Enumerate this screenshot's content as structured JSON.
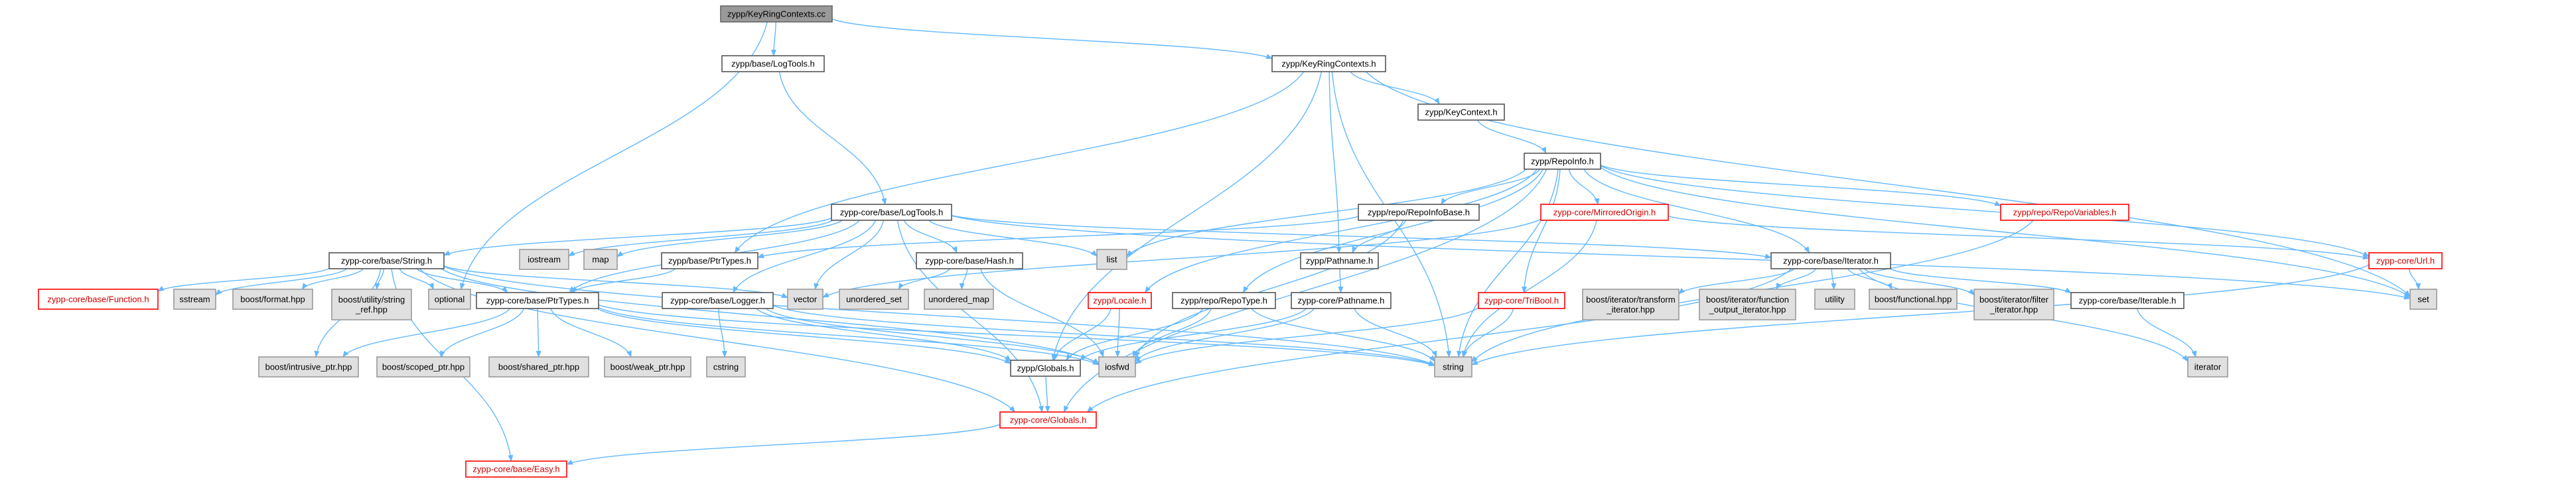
{
  "colors": {
    "edge": "#63b8ff",
    "normal_fill": "#ffffff",
    "normal_stroke": "#555555",
    "normal_text": "#000000",
    "root_fill": "#999999",
    "root_stroke": "#666666",
    "root_text": "#000000",
    "missing_fill": "#e0e0e0",
    "missing_stroke": "#999999",
    "missing_text": "#000000",
    "red_fill": "#ffffff",
    "red_stroke": "#ff0000",
    "red_text": "#cc0000"
  },
  "nodes": [
    {
      "id": "root",
      "label": "zypp/KeyRingContexts.cc",
      "style": "root",
      "lines": [
        "zypp/KeyRingContexts.cc"
      ]
    },
    {
      "id": "base_logtools",
      "label": "zypp/base/LogTools.h",
      "style": "normal",
      "lines": [
        "zypp/base/LogTools.h"
      ]
    },
    {
      "id": "keyringcontexts_h",
      "label": "zypp/KeyRingContexts.h",
      "style": "normal",
      "lines": [
        "zypp/KeyRingContexts.h"
      ]
    },
    {
      "id": "keycontext",
      "label": "zypp/KeyContext.h",
      "style": "normal",
      "lines": [
        "zypp/KeyContext.h"
      ]
    },
    {
      "id": "repoinfo",
      "label": "zypp/RepoInfo.h",
      "style": "normal",
      "lines": [
        "zypp/RepoInfo.h"
      ]
    },
    {
      "id": "core_logtools",
      "label": "zypp-core/base/LogTools.h",
      "style": "normal",
      "lines": [
        "zypp-core/base/LogTools.h"
      ]
    },
    {
      "id": "repoinfobase",
      "label": "zypp/repo/RepoInfoBase.h",
      "style": "normal",
      "lines": [
        "zypp/repo/RepoInfoBase.h"
      ]
    },
    {
      "id": "mirroredorigin",
      "label": "zypp-core/MirroredOrigin.h",
      "style": "red",
      "lines": [
        "zypp-core/MirroredOrigin.h"
      ]
    },
    {
      "id": "repovariables",
      "label": "zypp/repo/RepoVariables.h",
      "style": "red",
      "lines": [
        "zypp/repo/RepoVariables.h"
      ]
    },
    {
      "id": "iostream",
      "label": "iostream",
      "style": "missing",
      "lines": [
        "iostream"
      ]
    },
    {
      "id": "map",
      "label": "map",
      "style": "missing",
      "lines": [
        "map"
      ]
    },
    {
      "id": "list",
      "label": "list",
      "style": "missing",
      "lines": [
        "list"
      ]
    },
    {
      "id": "string_h",
      "label": "zypp-core/base/String.h",
      "style": "normal",
      "lines": [
        "zypp-core/base/String.h"
      ]
    },
    {
      "id": "base_ptrtypes",
      "label": "zypp/base/PtrTypes.h",
      "style": "normal",
      "lines": [
        "zypp/base/PtrTypes.h"
      ]
    },
    {
      "id": "hash",
      "label": "zypp-core/base/Hash.h",
      "style": "normal",
      "lines": [
        "zypp-core/base/Hash.h"
      ]
    },
    {
      "id": "pathname_zypp",
      "label": "zypp/Pathname.h",
      "style": "normal",
      "lines": [
        "zypp/Pathname.h"
      ]
    },
    {
      "id": "iterator_h",
      "label": "zypp-core/base/Iterator.h",
      "style": "normal",
      "lines": [
        "zypp-core/base/Iterator.h"
      ]
    },
    {
      "id": "url",
      "label": "zypp-core/Url.h",
      "style": "red",
      "lines": [
        "zypp-core/Url.h"
      ]
    },
    {
      "id": "function",
      "label": "zypp-core/base/Function.h",
      "style": "red",
      "lines": [
        "zypp-core/base/Function.h"
      ]
    },
    {
      "id": "sstream",
      "label": "sstream",
      "style": "missing",
      "lines": [
        "sstream"
      ]
    },
    {
      "id": "boost_format",
      "label": "boost/format.hpp",
      "style": "missing",
      "lines": [
        "boost/format.hpp"
      ]
    },
    {
      "id": "boost_string_ref",
      "label": "boost/utility/string_ref.hpp",
      "style": "missing",
      "lines": [
        "boost/utility/string",
        "_ref.hpp"
      ]
    },
    {
      "id": "optional",
      "label": "optional",
      "style": "missing",
      "lines": [
        "optional"
      ]
    },
    {
      "id": "core_ptrtypes",
      "label": "zypp-core/base/PtrTypes.h",
      "style": "normal",
      "lines": [
        "zypp-core/base/PtrTypes.h"
      ]
    },
    {
      "id": "vector",
      "label": "vector",
      "style": "missing",
      "lines": [
        "vector"
      ]
    },
    {
      "id": "unordered_set",
      "label": "unordered_set",
      "style": "missing",
      "lines": [
        "unordered_set"
      ]
    },
    {
      "id": "unordered_map",
      "label": "unordered_map",
      "style": "missing",
      "lines": [
        "unordered_map"
      ]
    },
    {
      "id": "locale",
      "label": "zypp/Locale.h",
      "style": "red",
      "lines": [
        "zypp/Locale.h"
      ]
    },
    {
      "id": "repotype",
      "label": "zypp/repo/RepoType.h",
      "style": "normal",
      "lines": [
        "zypp/repo/RepoType.h"
      ]
    },
    {
      "id": "core_pathname",
      "label": "zypp-core/Pathname.h",
      "style": "normal",
      "lines": [
        "zypp-core/Pathname.h"
      ]
    },
    {
      "id": "tribool",
      "label": "zypp-core/TriBool.h",
      "style": "red",
      "lines": [
        "zypp-core/TriBool.h"
      ]
    },
    {
      "id": "logger",
      "label": "zypp-core/base/Logger.h",
      "style": "normal",
      "lines": [
        "zypp-core/base/Logger.h"
      ]
    },
    {
      "id": "bi_transform",
      "label": "boost/iterator/transform_iterator.hpp",
      "style": "missing",
      "lines": [
        "boost/iterator/transform",
        "_iterator.hpp"
      ]
    },
    {
      "id": "bi_function",
      "label": "boost/iterator/function_output_iterator.hpp",
      "style": "missing",
      "lines": [
        "boost/iterator/function",
        "_output_iterator.hpp"
      ]
    },
    {
      "id": "utility",
      "label": "utility",
      "style": "missing",
      "lines": [
        "utility"
      ]
    },
    {
      "id": "boost_functional",
      "label": "boost/functional.hpp",
      "style": "missing",
      "lines": [
        "boost/functional.hpp"
      ]
    },
    {
      "id": "bi_filter",
      "label": "boost/iterator/filter_iterator.hpp",
      "style": "missing",
      "lines": [
        "boost/iterator/filter",
        "_iterator.hpp"
      ]
    },
    {
      "id": "iterable",
      "label": "zypp-core/base/Iterable.h",
      "style": "normal",
      "lines": [
        "zypp-core/base/Iterable.h"
      ]
    },
    {
      "id": "set",
      "label": "set",
      "style": "missing",
      "lines": [
        "set"
      ]
    },
    {
      "id": "boost_intrusive",
      "label": "boost/intrusive_ptr.hpp",
      "style": "missing",
      "lines": [
        "boost/intrusive_ptr.hpp"
      ]
    },
    {
      "id": "boost_scoped",
      "label": "boost/scoped_ptr.hpp",
      "style": "missing",
      "lines": [
        "boost/scoped_ptr.hpp"
      ]
    },
    {
      "id": "boost_shared",
      "label": "boost/shared_ptr.hpp",
      "style": "missing",
      "lines": [
        "boost/shared_ptr.hpp"
      ]
    },
    {
      "id": "boost_weak",
      "label": "boost/weak_ptr.hpp",
      "style": "missing",
      "lines": [
        "boost/weak_ptr.hpp"
      ]
    },
    {
      "id": "cstring",
      "label": "cstring",
      "style": "missing",
      "lines": [
        "cstring"
      ]
    },
    {
      "id": "zypp_globals",
      "label": "zypp/Globals.h",
      "style": "normal",
      "lines": [
        "zypp/Globals.h"
      ]
    },
    {
      "id": "iosfwd",
      "label": "iosfwd",
      "style": "missing",
      "lines": [
        "iosfwd"
      ]
    },
    {
      "id": "string",
      "label": "string",
      "style": "missing",
      "lines": [
        "string"
      ]
    },
    {
      "id": "iterator",
      "label": "iterator",
      "style": "missing",
      "lines": [
        "iterator"
      ]
    },
    {
      "id": "core_globals",
      "label": "zypp-core/Globals.h",
      "style": "red",
      "lines": [
        "zypp-core/Globals.h"
      ]
    },
    {
      "id": "easy",
      "label": "zypp-core/base/Easy.h",
      "style": "red",
      "lines": [
        "zypp-core/base/Easy.h"
      ]
    }
  ],
  "edges": [
    [
      "root",
      "base_logtools"
    ],
    [
      "root",
      "keyringcontexts_h"
    ],
    [
      "root",
      "optional"
    ],
    [
      "base_logtools",
      "core_logtools"
    ],
    [
      "keyringcontexts_h",
      "keycontext"
    ],
    [
      "keyringcontexts_h",
      "base_ptrtypes"
    ],
    [
      "keyringcontexts_h",
      "pathname_zypp"
    ],
    [
      "keyringcontexts_h",
      "zypp_globals"
    ],
    [
      "keyringcontexts_h",
      "set"
    ],
    [
      "keyringcontexts_h",
      "string"
    ],
    [
      "keycontext",
      "repoinfo"
    ],
    [
      "repoinfo",
      "list"
    ],
    [
      "repoinfo",
      "set"
    ],
    [
      "repoinfo",
      "repoinfobase"
    ],
    [
      "repoinfo",
      "mirroredorigin"
    ],
    [
      "repoinfo",
      "repovariables"
    ],
    [
      "repoinfo",
      "locale"
    ],
    [
      "repoinfo",
      "tribool"
    ],
    [
      "repoinfo",
      "repotype"
    ],
    [
      "repoinfo",
      "iterator_h"
    ],
    [
      "repoinfo",
      "url"
    ],
    [
      "repoinfo",
      "core_globals"
    ],
    [
      "repoinfo",
      "string"
    ],
    [
      "core_logtools",
      "iostream"
    ],
    [
      "core_logtools",
      "map"
    ],
    [
      "core_logtools",
      "list"
    ],
    [
      "core_logtools",
      "set"
    ],
    [
      "core_logtools",
      "vector"
    ],
    [
      "core_logtools",
      "string_h"
    ],
    [
      "core_logtools",
      "hash"
    ],
    [
      "core_logtools",
      "iterator_h"
    ],
    [
      "core_logtools",
      "core_ptrtypes"
    ],
    [
      "core_logtools",
      "logger"
    ],
    [
      "core_logtools",
      "core_globals"
    ],
    [
      "repoinfobase",
      "base_ptrtypes"
    ],
    [
      "repoinfobase",
      "pathname_zypp"
    ],
    [
      "repoinfobase",
      "iosfwd"
    ],
    [
      "mirroredorigin",
      "vector"
    ],
    [
      "mirroredorigin",
      "url"
    ],
    [
      "mirroredorigin",
      "string"
    ],
    [
      "repovariables",
      "string"
    ],
    [
      "string_h",
      "function"
    ],
    [
      "string_h",
      "sstream"
    ],
    [
      "string_h",
      "boost_format"
    ],
    [
      "string_h",
      "boost_string_ref"
    ],
    [
      "string_h",
      "optional"
    ],
    [
      "string_h",
      "core_ptrtypes"
    ],
    [
      "string_h",
      "vector"
    ],
    [
      "string_h",
      "iosfwd"
    ],
    [
      "string_h",
      "string"
    ],
    [
      "string_h",
      "easy"
    ],
    [
      "string_h",
      "core_globals"
    ],
    [
      "string_h",
      "boost_intrusive"
    ],
    [
      "base_ptrtypes",
      "core_ptrtypes"
    ],
    [
      "hash",
      "unordered_set"
    ],
    [
      "hash",
      "unordered_map"
    ],
    [
      "hash",
      "iosfwd"
    ],
    [
      "pathname_zypp",
      "core_pathname"
    ],
    [
      "iterator_h",
      "bi_transform"
    ],
    [
      "iterator_h",
      "bi_function"
    ],
    [
      "iterator_h",
      "utility"
    ],
    [
      "iterator_h",
      "boost_functional"
    ],
    [
      "iterator_h",
      "bi_filter"
    ],
    [
      "iterator_h",
      "iterable"
    ],
    [
      "iterator_h",
      "iterator"
    ],
    [
      "iterator_h",
      "core_globals"
    ],
    [
      "url",
      "set"
    ],
    [
      "url",
      "string"
    ],
    [
      "core_ptrtypes",
      "boost_intrusive"
    ],
    [
      "core_ptrtypes",
      "boost_scoped"
    ],
    [
      "core_ptrtypes",
      "boost_shared"
    ],
    [
      "core_ptrtypes",
      "boost_weak"
    ],
    [
      "core_ptrtypes",
      "iosfwd"
    ],
    [
      "core_ptrtypes",
      "string"
    ],
    [
      "core_ptrtypes",
      "zypp_globals"
    ],
    [
      "locale",
      "zypp_globals"
    ],
    [
      "locale",
      "iosfwd"
    ],
    [
      "repotype",
      "iosfwd"
    ],
    [
      "repotype",
      "string"
    ],
    [
      "repotype",
      "zypp_globals"
    ],
    [
      "core_pathname",
      "iosfwd"
    ],
    [
      "core_pathname",
      "string"
    ],
    [
      "core_pathname",
      "zypp_globals"
    ],
    [
      "tribool",
      "iosfwd"
    ],
    [
      "tribool",
      "string"
    ],
    [
      "logger",
      "cstring"
    ],
    [
      "logger",
      "iosfwd"
    ],
    [
      "logger",
      "string"
    ],
    [
      "logger",
      "zypp_globals"
    ],
    [
      "iterable",
      "iterator"
    ],
    [
      "zypp_globals",
      "core_globals"
    ],
    [
      "core_globals",
      "easy"
    ]
  ]
}
